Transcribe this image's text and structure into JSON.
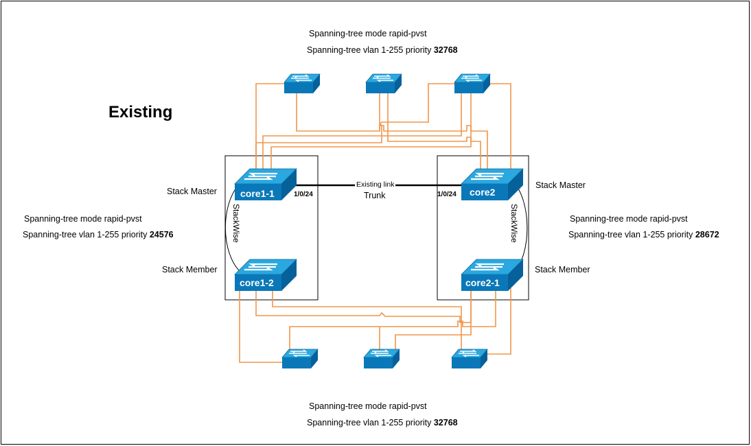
{
  "title": "Existing",
  "top_access": {
    "mode": "Spanning-tree mode rapid-pvst",
    "vlan_prefix": "Spanning-tree vlan 1-255 priority",
    "priority": "32768"
  },
  "bottom_access": {
    "mode": "Spanning-tree mode rapid-pvst",
    "vlan_prefix": "Spanning-tree vlan 1-255 priority",
    "priority": "32768"
  },
  "core1": {
    "master_role": "Stack Master",
    "member_role": "Stack Member",
    "mode": "Spanning-tree mode rapid-pvst",
    "vlan_prefix": "Spanning-tree vlan 1-255 priority",
    "priority": "24576",
    "master_name": "core1-1",
    "member_name": "core1-2",
    "stack_label": "StackWise",
    "port": "1/0/24"
  },
  "core2": {
    "master_role": "Stack Master",
    "member_role": "Stack Member",
    "mode": "Spanning-tree mode rapid-pvst",
    "vlan_prefix": "Spanning-tree vlan 1-255 priority",
    "priority": "28672",
    "master_name": "core2",
    "member_name": "core2-1",
    "stack_label": "StackWise",
    "port": "1/0/24"
  },
  "link": {
    "label": "Existing link",
    "type": "Trunk"
  },
  "colors": {
    "uplink": "#f0954a",
    "switch_top": "#27a9df",
    "switch_front": "#0a78b8",
    "switch_side": "#06609a"
  }
}
